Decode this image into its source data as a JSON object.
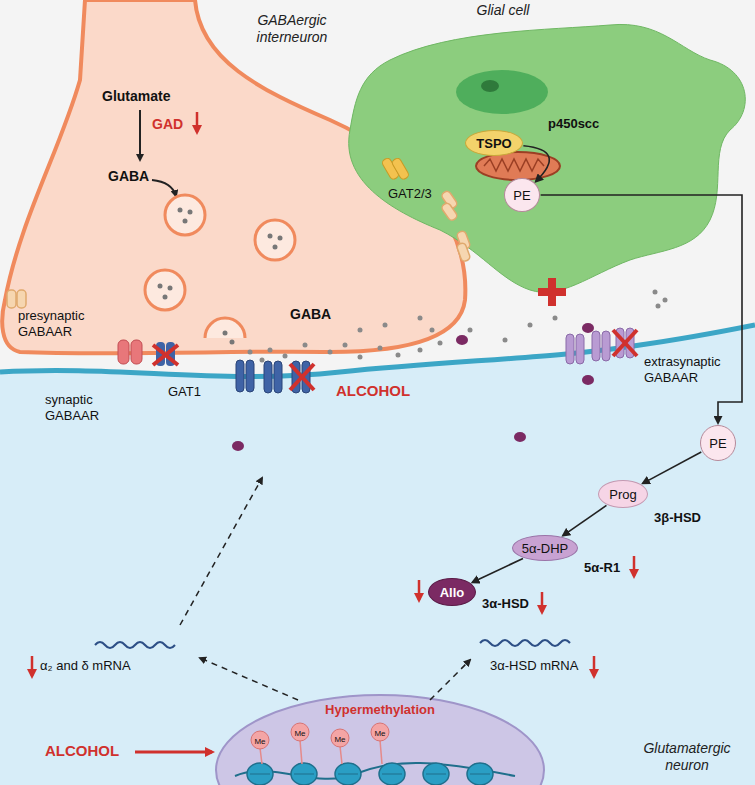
{
  "diagram": {
    "nodes": [
      {
        "text": [
          "GABAergic interneuron"
        ]
      },
      {
        "text": [
          "Glial cell"
        ]
      },
      {
        "text": [
          "TSPO"
        ],
        "in": 1
      },
      {
        "text": [
          "PE"
        ],
        "in": 1
      },
      {
        "text": [
          "Glutamatergic neuron"
        ]
      },
      {
        "text": [
          "PE"
        ],
        "in": 4
      },
      {
        "text": [
          "Prog"
        ],
        "in": 4
      },
      {
        "text": [
          "5α-DHP"
        ],
        "in": 4
      },
      {
        "text": [
          "Allo"
        ],
        "in": 4
      },
      {
        "text": [
          "Hypermethylation"
        ],
        "in": 4
      }
    ],
    "edges": [
      {
        "from": 2,
        "to": 3,
        "arrow": "to",
        "label": "p450scc"
      },
      {
        "from": 3,
        "to": 5,
        "arrow": "to"
      },
      {
        "from": 5,
        "to": 6,
        "arrow": "to",
        "label": "3β-HSD"
      },
      {
        "from": 6,
        "to": 7,
        "arrow": "to",
        "label": "5α-R1"
      },
      {
        "from": 7,
        "to": 8,
        "arrow": "to",
        "label": "3α-HSD"
      }
    ],
    "labels": [
      "Glutamate",
      "GAD",
      "GABA",
      "GABA",
      "presynaptic GABAAR",
      "GAT1",
      "synaptic GABAAR",
      "ALCOHOL",
      "extrasynaptic GABAAR",
      "GAT2/3",
      "α₂ and δ mRNA",
      "3α-HSD mRNA",
      "ALCOHOL",
      "Me",
      "Me",
      "Me",
      "Me"
    ]
  }
}
